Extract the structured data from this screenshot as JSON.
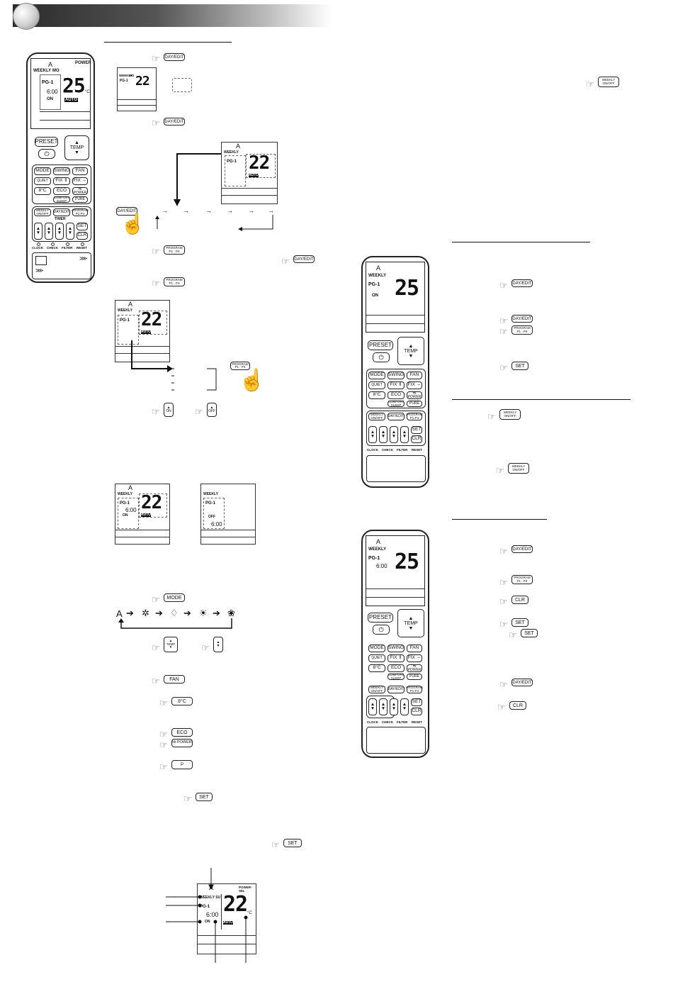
{
  "remote": {
    "lcd": {
      "mode": "A",
      "weekly": "WEEKLY",
      "day": "MO",
      "power_sel": "POWER",
      "program": "PG-1",
      "time": "6:00",
      "on": "ON",
      "temp": "25",
      "unit": "°C",
      "auto": "AUTO"
    },
    "buttons": {
      "preset": "PRESET",
      "temp": "TEMP",
      "mode": "MODE",
      "swing": "SWING",
      "fan": "FAN",
      "quiet": "QUIET",
      "fix_ud": "FIX ⇕",
      "fix_lr": "FIX ⇔",
      "eight": "8°C",
      "eco": "ECO",
      "hipower": "Hi POWER",
      "comfort": "COMFORT SLEEP",
      "pure": "PURE",
      "weekly": "WEEKLY ON/OFF",
      "dayedit": "DAY/EDIT",
      "program": "PROGRAM P1-P4",
      "timer": "TIMER",
      "on": "ON",
      "off": "OFF",
      "set": "SET",
      "clr": "CLR"
    },
    "bottom_labels": [
      "CLOCK",
      "CHECK",
      "FILTER",
      "RESET"
    ]
  },
  "icons": {
    "dayedit": "DAY/EDIT",
    "program": "PROGRAM P1 - P4",
    "weekly": "WEEKLY ON/OFF",
    "mode": "MODE",
    "fan": "FAN",
    "eight": "8°C",
    "eco": "ECO",
    "hipower": "Hi POWER",
    "pure": "P",
    "set": "SET",
    "clr": "CLR",
    "on": "ON",
    "off": "OFF",
    "temp": "TEMP"
  },
  "diagrams": {
    "lcd1": {
      "temp": "22",
      "program": "PG-1",
      "day": "MO",
      "weekly": "WEEKLY"
    },
    "lcd2": {
      "temp": "22",
      "program": "PG-1",
      "weekly": "WEEKLY",
      "mode": "A",
      "auto": "AUTO"
    },
    "lcd3": {
      "temp": "22",
      "program": "PG-1",
      "weekly": "WEEKLY",
      "mode": "A",
      "auto": "AUTO"
    },
    "lcd4": {
      "temp": "22",
      "program": "PG-1",
      "time": "6:00",
      "on": "ON",
      "weekly": "WEEKLY",
      "mode": "A",
      "auto": "AUTO"
    },
    "lcd5": {
      "program": "PG-1",
      "time": "6:00",
      "off": "OFF",
      "weekly": "WEEKLY"
    },
    "lcd6": {
      "temp": "22",
      "program": "PG-1",
      "time": "6:00",
      "on": "ON",
      "weekly": "WEEKLY SU",
      "mode": "A",
      "auto": "AUTO",
      "power_sel": "POWER-SEL",
      "unit": "°C"
    },
    "remote2": {
      "temp": "25",
      "program": "PG-1",
      "on": "ON",
      "mode": "A",
      "weekly": "WEEKLY"
    },
    "remote3": {
      "temp": "25",
      "program": "PG-1",
      "time": "6:00",
      "mode": "A",
      "weekly": "WEEKLY"
    }
  },
  "mode_cycle": {
    "start": "A"
  }
}
